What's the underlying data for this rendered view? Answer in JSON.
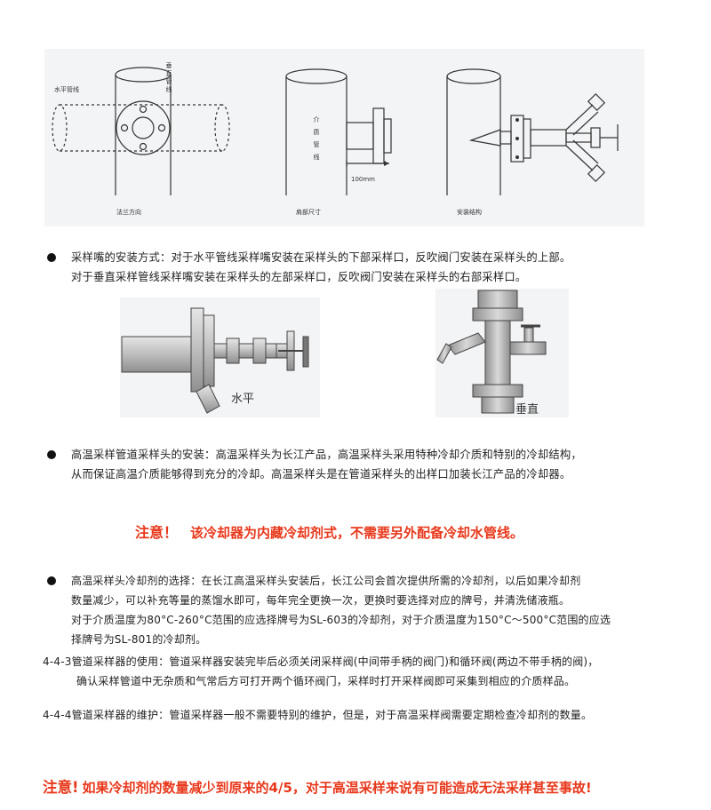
{
  "diagrams_top": {
    "d1": {
      "horizontal_pipe_label": "水平管线",
      "vertical_pipe_label": "垂直管线",
      "caption": "法兰方向"
    },
    "d2": {
      "medium_pipe_label": "介质管线",
      "dimension": "100mm",
      "caption": "肩部尺寸"
    },
    "d3": {
      "caption": "安装结构"
    }
  },
  "section_install": {
    "line1": "采样嘴的安装方式：对于水平管线采样嘴安装在采样头的下部采样口，反吹阀门安装在采样头的上部。",
    "line2": "对于垂直采样管线采样嘴安装在采样头的左部采样口，反吹阀门安装在采样头的右部采样口。"
  },
  "diagrams_mid": {
    "horizontal_label": "水平",
    "vertical_label": "垂直"
  },
  "section_high_temp": {
    "line1": "高温采样管道采样头的安装：高温采样头为长江产品，高温采样头采用特种冷却介质和特别的冷却结构，",
    "line2": "从而保证高温介质能够得到充分的冷却。高温采样头是在管道采样头的出样口加装长江产品的冷却器。"
  },
  "notice1": {
    "head": "注意！",
    "text": "该冷却器为内藏冷却剂式，不需要另外配备冷却水管线。"
  },
  "section_coolant": {
    "line1": "高温采样头冷却剂的选择：在长江高温采样头安装后，长江公司会首次提供所需的冷却剂，以后如果冷却剂",
    "line2": "数量减少，可以补充等量的蒸馏水即可，每年完全更换一次，更换时要选择对应的牌号，并清洗储液瓶。",
    "line3": "对于介质温度为80°C-260°C范围的应选择牌号为SL-603的冷却剂，对于介质温度为150°C～500°C范围的应选",
    "line4": "择牌号为SL-801的冷却剂。"
  },
  "section_443": {
    "line1": "4-4-3管道采样器的使用：管道采样器安装完毕后必须关闭采样阀(中间带手柄的阀门)和循环阀(两边不带手柄的阀)，",
    "line2": "确认采样管道中无杂质和气常后方可打开两个循环阀门，采样时打开采样阀即可采集到相应的介质样品。"
  },
  "section_444": {
    "line1": "4-4-4管道采样器的维护：管道采样器一般不需要特别的维护，但是，对于高温采样阀需要定期检查冷却剂的数量。"
  },
  "notice2": {
    "head": "注意!",
    "text": "如果冷却剂的数量减少到原来的4/5，对于高温采样来说有可能造成无法采样甚至事故!"
  },
  "colors": {
    "notice_red": "#e8381b",
    "panel_bg": "#f3f4f6"
  }
}
